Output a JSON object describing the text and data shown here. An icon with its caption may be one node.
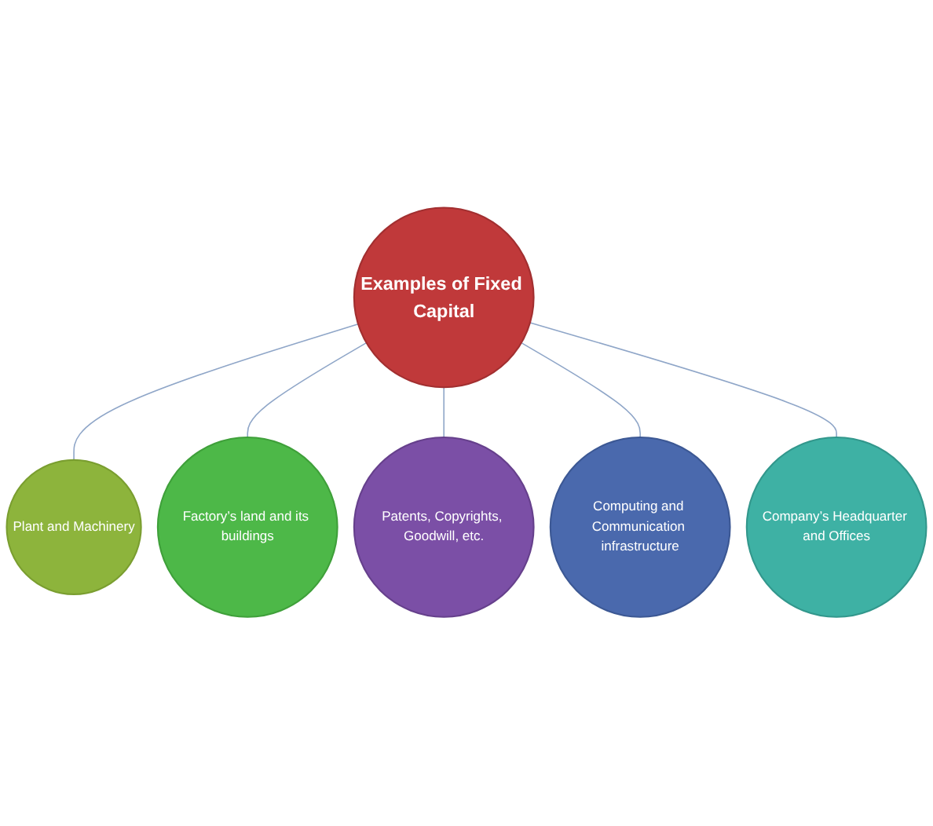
{
  "diagram": {
    "nodes": [
      {
        "text": [
          "Plant and Machinery"
        ]
      },
      {
        "text": [
          "Factory’s land and its buildings"
        ]
      },
      {
        "text": [
          "Patents, Copyrights, Goodwill, etc."
        ]
      },
      {
        "text": [
          "Examples of Fixed Capital"
        ]
      },
      {
        "text": [
          "Computing and Communication infrastructure"
        ]
      },
      {
        "text": [
          "Company’s Headquarter and Offices"
        ]
      }
    ],
    "edges": [
      {
        "from": 3,
        "to": 0,
        "arrow": "none"
      },
      {
        "from": 3,
        "to": 1,
        "arrow": "none"
      },
      {
        "from": 3,
        "to": 2,
        "arrow": "none"
      },
      {
        "from": 3,
        "to": 4,
        "arrow": "none"
      },
      {
        "from": 3,
        "to": 5,
        "arrow": "none"
      }
    ]
  }
}
